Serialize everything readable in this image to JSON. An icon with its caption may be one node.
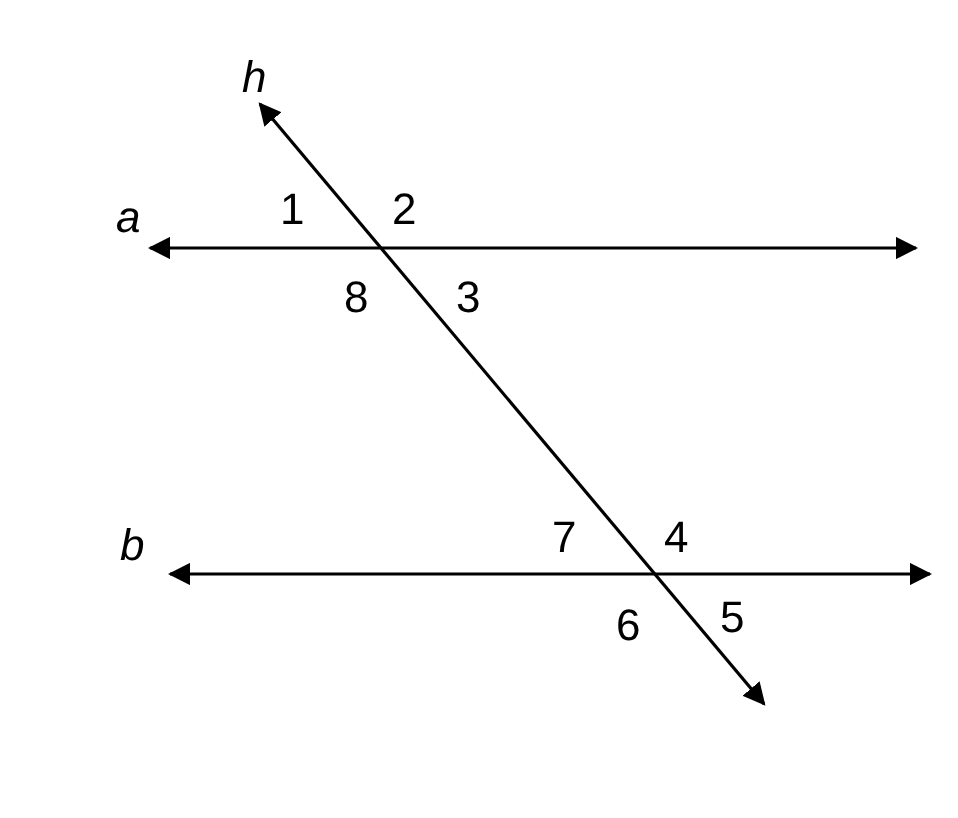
{
  "diagram": {
    "labels": [
      "h",
      "a",
      "1",
      "2",
      "8",
      "3",
      "b",
      "7",
      "4",
      "6",
      "5"
    ]
  }
}
